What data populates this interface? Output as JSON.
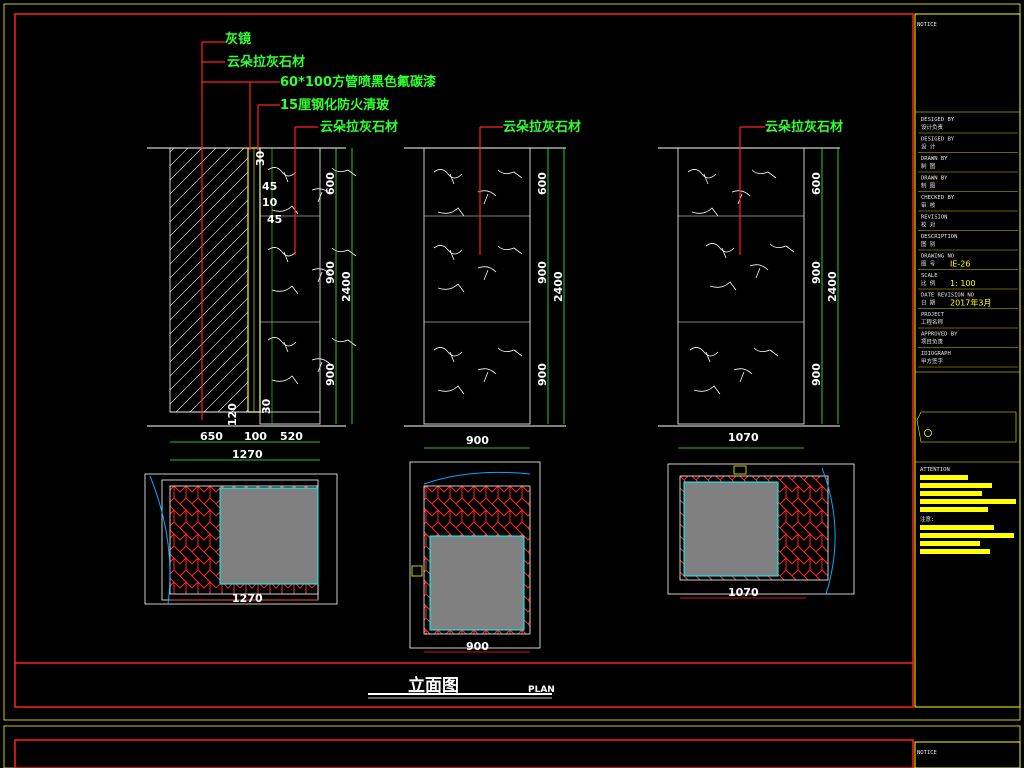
{
  "labels": {
    "l1": "灰镜",
    "l2": "云朵拉灰石材",
    "l3": "60*100方管喷黑色氟碳漆",
    "l4": "15厘钢化防火清玻",
    "l5": "云朵拉灰石材",
    "l6": "云朵拉灰石材",
    "l7": "云朵拉灰石材"
  },
  "dims": {
    "e1_h": [
      "30",
      "45",
      "10",
      "45",
      "600",
      "900",
      "900",
      "2400",
      "120",
      "30"
    ],
    "e1_w": [
      "650",
      "100",
      "520",
      "1270"
    ],
    "e2_h": [
      "600",
      "900",
      "900",
      "2400"
    ],
    "e2_w": "900",
    "e3_h": [
      "600",
      "900",
      "900",
      "2400"
    ],
    "e3_w": "1070",
    "p1_w": "1270",
    "p2_w": "900",
    "p3_w": "1070"
  },
  "footer": {
    "title": "立面图",
    "subtitle": "PLAN"
  },
  "titleblock": {
    "notice": "NOTICE",
    "rows": [
      {
        "en": "DESIGED BY",
        "cn": "设计负责",
        "val": ""
      },
      {
        "en": "DESIGED BY",
        "cn": "设 计",
        "val": ""
      },
      {
        "en": "DRAWN BY",
        "cn": "制 图",
        "val": ""
      },
      {
        "en": "DRAWN BY",
        "cn": "制 图",
        "val": ""
      },
      {
        "en": "CHECKED BY",
        "cn": "审 核",
        "val": ""
      },
      {
        "en": "REVISION",
        "cn": "校 对",
        "val": ""
      },
      {
        "en": "DESCRIPTION",
        "cn": "图 别",
        "val": ""
      },
      {
        "en": "DRAWING NO",
        "cn": "图 号",
        "val": "IE-26"
      },
      {
        "en": "SCALE",
        "cn": "比 例",
        "val": "1: 100"
      },
      {
        "en": "DATE  REVISION  NO",
        "cn": "日 期",
        "val": "2017年3月"
      },
      {
        "en": "PROJECT",
        "cn": "工程名称",
        "val": ""
      },
      {
        "en": "APPROVED BY",
        "cn": "项目负责",
        "val": ""
      },
      {
        "en": "IDIOGRAPH",
        "cn": "甲方签字",
        "val": ""
      }
    ],
    "attention": "ATTENTION",
    "note_cn": "注意:",
    "notice2": "NOTICE"
  },
  "colors": {
    "frame": "#ff2020",
    "yellow": "#ffff00",
    "green": "#32ff32",
    "cyan": "#00ffff",
    "grey": "#808080",
    "white": "#ffffff"
  }
}
